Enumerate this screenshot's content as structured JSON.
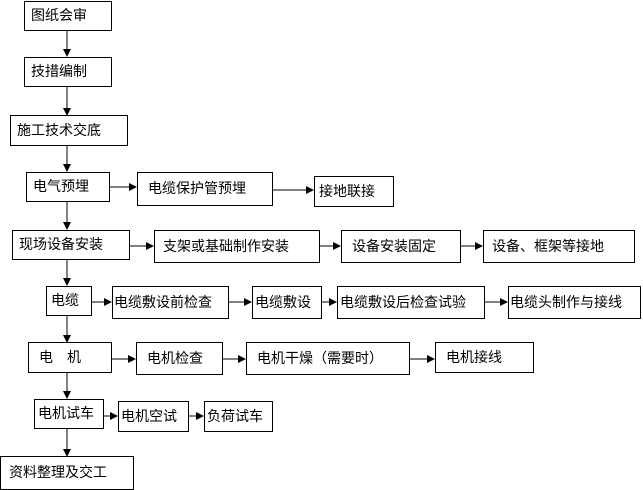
{
  "flowchart": {
    "steps": {
      "drawing_review": "图纸会审",
      "tech_plan": "技措编制",
      "tech_briefing": "施工技术交底",
      "electrical_embed": "电气预埋",
      "cable_conduit_embed": "电缆保护管预埋",
      "grounding_connect": "接地联接",
      "equipment_install": "现场设备安装",
      "bracket_fabrication": "支架或基础制作安装",
      "equipment_fix": "设备安装固定",
      "equipment_grounding": "设备、框架等接地",
      "cable": "电缆",
      "cable_precheck": "电缆敷设前检查",
      "cable_laying": "电缆敷设",
      "cable_postcheck": "电缆敷设后检查试验",
      "cable_termination": "电缆头制作与接线",
      "motor": "电　机",
      "motor_check": "电机检查",
      "motor_dry": "电机干燥（需要时）",
      "motor_wiring": "电机接线",
      "motor_trial": "电机试车",
      "motor_noload": "电机空试",
      "load_trial": "负荷试车",
      "handover": "资料整理及交工"
    }
  }
}
